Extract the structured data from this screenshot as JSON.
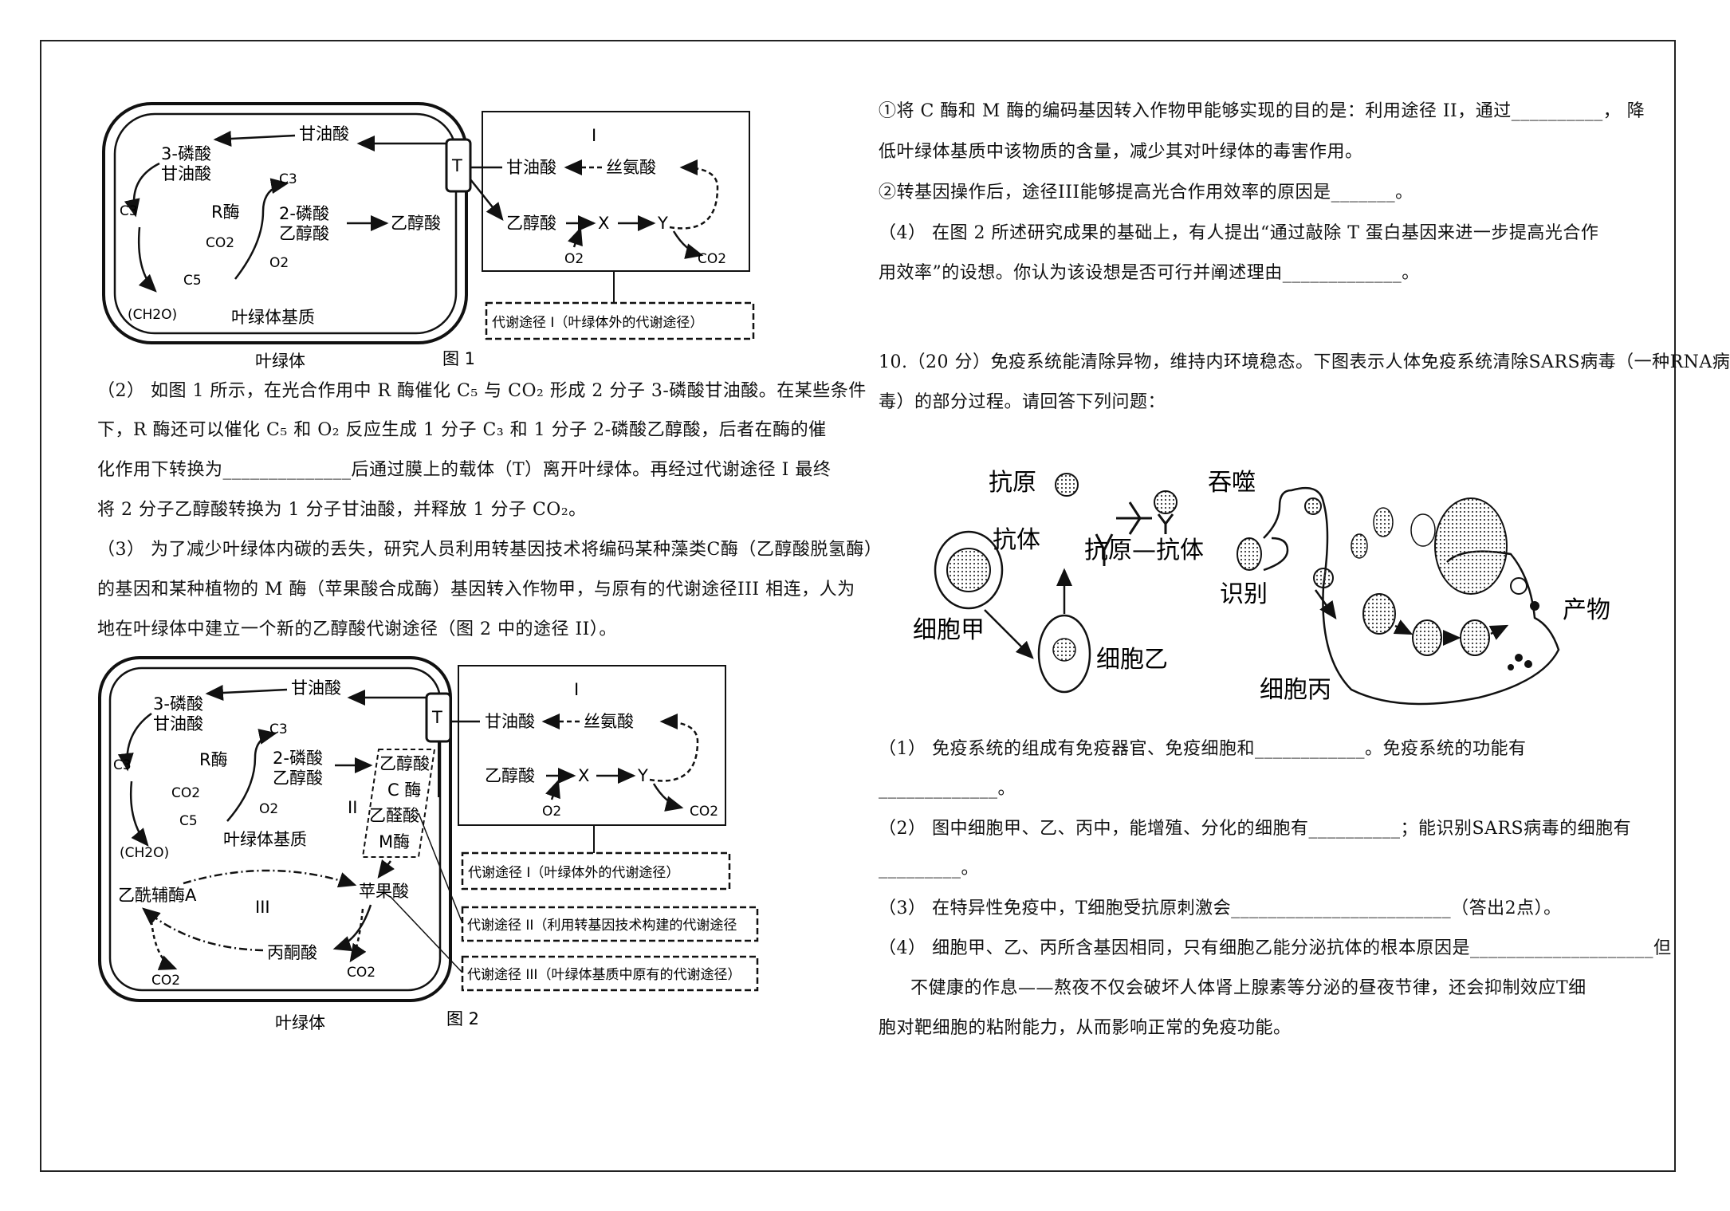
{
  "fig1": {
    "caption": "图 1",
    "chloroplast": "叶绿体",
    "stroma": "叶绿体基质",
    "glycerate": "甘油酸",
    "pga": "3-磷酸",
    "pga2": "甘油酸",
    "c3": "C3",
    "c3b": "C3",
    "r_enzyme": "R酶",
    "co2": "CO2",
    "c5": "C5",
    "ch2o": "(CH2O)",
    "o2": "O2",
    "pg": "2-磷酸",
    "pg2": "乙醇酸",
    "glycolate": "乙醇酸",
    "t": "T",
    "roman1": "I",
    "glycerate2": "甘油酸",
    "serine": "丝氨酸",
    "glycolate2": "乙醇酸",
    "x": "X",
    "y": "Y",
    "o2b": "O2",
    "co2b": "CO2",
    "pathway1": "代谢途径 I（叶绿体外的代谢途径）"
  },
  "fig2": {
    "caption": "图 2",
    "chloroplast": "叶绿体",
    "stroma": "叶绿体基质",
    "glycerate": "甘油酸",
    "pga": "3-磷酸",
    "pga2": "甘油酸",
    "c3": "C3",
    "c3b": "C3",
    "r_enzyme": "R酶",
    "co2": "CO2",
    "c5": "C5",
    "ch2o": "(CH2O)",
    "o2": "O2",
    "pg": "2-磷酸",
    "pg2": "乙醇酸",
    "t": "T",
    "roman1": "I",
    "glycerate2": "甘油酸",
    "serine": "丝氨酸",
    "glycolate2": "乙醇酸",
    "x": "X",
    "y": "Y",
    "o2b": "O2",
    "co2b": "CO2",
    "roman2": "II",
    "glycolate_in": "乙醇酸",
    "c_enzyme": "C 酶",
    "glyoxylate": "乙醛酸",
    "m_enzyme": "M酶",
    "acetylcoa": "乙酰辅酶A",
    "roman3": "III",
    "malate": "苹果酸",
    "pyruvate": "丙酮酸",
    "co2c": "CO2",
    "co2d": "CO2",
    "pathway1": "代谢途径 I（叶绿体外的代谢途径）",
    "pathway2": "代谢途径 II（利用转基因技术构建的代谢途径",
    "pathway3": "代谢途径 III（叶绿体基质中原有的代谢途径）"
  },
  "left_text": {
    "l1": "（2） 如图 1 所示，在光合作用中 R 酶催化 C₅ 与 CO₂ 形成 2 分子 3-磷酸甘油酸。在某些条件",
    "l2": "下，R 酶还可以催化 C₅ 和 O₂ 反应生成 1 分子 C₃ 和 1 分子 2-磷酸乙醇酸，后者在酶的催",
    "l3": "化作用下转换为______________后通过膜上的载体（T）离开叶绿体。再经过代谢途径 I 最终",
    "l4": "将 2 分子乙醇酸转换为 1 分子甘油酸，并释放 1 分子 CO₂。",
    "l5": "（3） 为了减少叶绿体内碳的丢失，研究人员利用转基因技术将编码某种藻类C酶（乙醇酸脱氢酶）",
    "l6": "的基因和某种植物的 M 酶（苹果酸合成酶）基因转入作物甲，与原有的代谢途径III 相连，人为",
    "l7": "地在叶绿体中建立一个新的乙醇酸代谢途径（图 2 中的途径 II）。"
  },
  "right_text": {
    "r1": "①将 C 酶和 M 酶的编码基因转入作物甲能够实现的目的是：利用途径 II，通过__________， 降",
    "r2": "低叶绿体基质中该物质的含量，减少其对叶绿体的毒害作用。",
    "r3": "②转基因操作后，途径III能够提高光合作用效率的原因是_______。",
    "r4": "（4） 在图 2 所述研究成果的基础上，有人提出“通过敲除 T 蛋白基因来进一步提高光合作",
    "r5": "用效率”的设想。你认为该设想是否可行并阐述理由_____________。",
    "q10a": "10.（20 分）免疫系统能清除异物，维持内环境稳态。下图表示人体免疫系统清除SARS病毒（一种RNA病",
    "q10b": "毒）的部分过程。请回答下列问题：",
    "a1": "（1） 免疫系统的组成有免疫器官、免疫细胞和____________。免疫系统的功能有",
    "a1b": "_____________。",
    "a2": "（2） 图中细胞甲、乙、丙中，能增殖、分化的细胞有__________；能识别SARS病毒的细胞有",
    "a2b": "_________。",
    "a3": "（3） 在特异性免疫中，T细胞受抗原刺激会________________________（答出2点）。",
    "a4": "（4） 细胞甲、乙、丙所含基因相同，只有细胞乙能分泌抗体的根本原因是____________________但",
    "a5": "不健康的作息——熬夜不仅会破坏人体肾上腺素等分泌的昼夜节律，还会抑制效应T细",
    "a6": "胞对靶细胞的粘附能力，从而影响正常的免疫功能。"
  },
  "immune": {
    "antigen": "抗原",
    "antibody": "抗体",
    "complex": "抗原—抗体",
    "engulf": "吞噬",
    "recognize": "识别",
    "product": "产物",
    "cell_a": "细胞甲",
    "cell_b": "细胞乙",
    "cell_c": "细胞丙"
  }
}
